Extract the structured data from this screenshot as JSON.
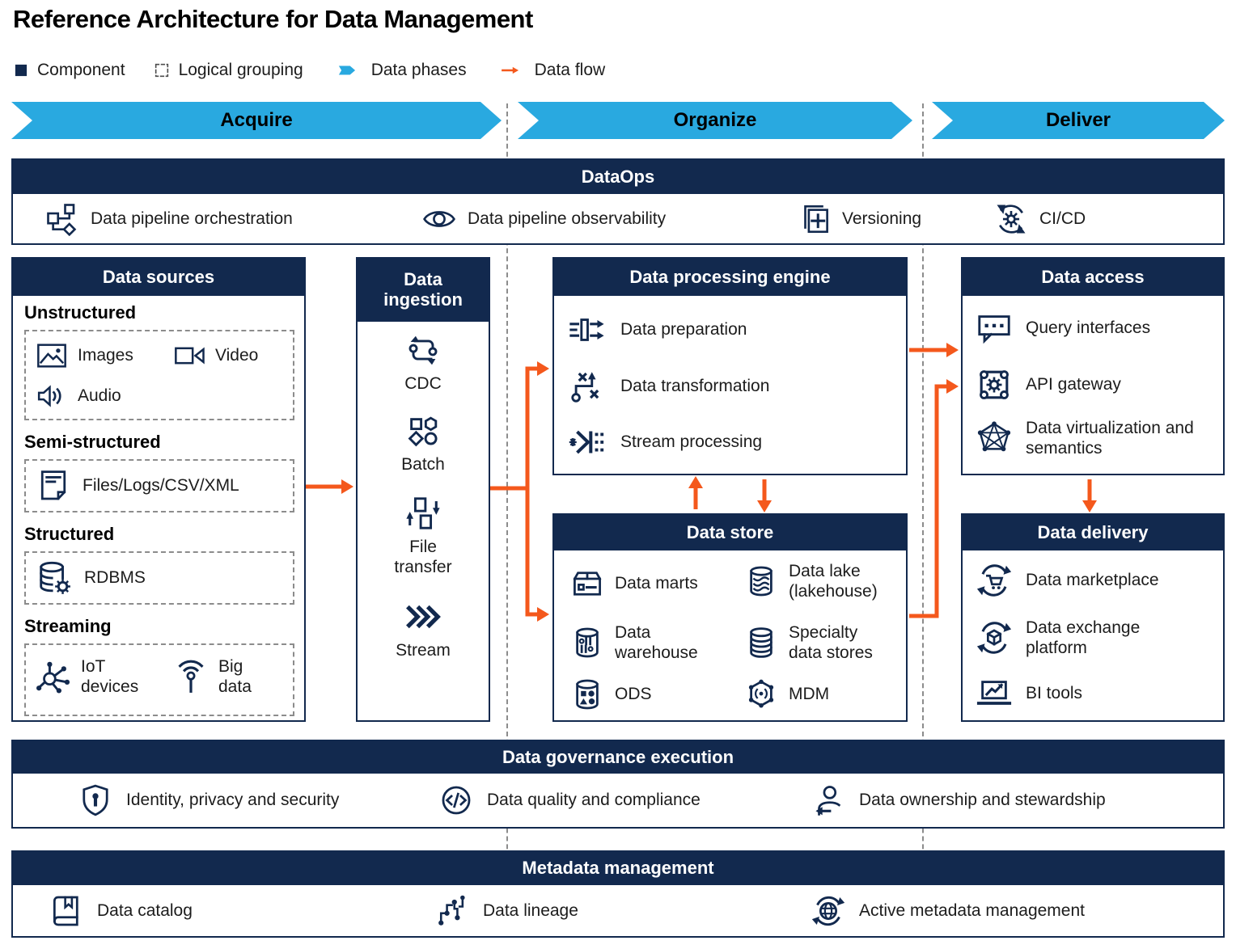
{
  "title": "Reference Architecture for Data Management",
  "legend": {
    "items": [
      {
        "icon": "component-swatch",
        "label": "Component"
      },
      {
        "icon": "logical-grouping-swatch",
        "label": "Logical grouping"
      },
      {
        "icon": "data-phases-arrow",
        "label": "Data phases"
      },
      {
        "icon": "data-flow-arrow",
        "label": "Data flow"
      }
    ]
  },
  "phases": [
    {
      "label": "Acquire"
    },
    {
      "label": "Organize"
    },
    {
      "label": "Deliver"
    }
  ],
  "dataops": {
    "title": "DataOps",
    "items": [
      {
        "icon": "pipeline-orchestration-icon",
        "label": "Data pipeline orchestration"
      },
      {
        "icon": "observability-icon",
        "label": "Data pipeline observability"
      },
      {
        "icon": "versioning-icon",
        "label": "Versioning"
      },
      {
        "icon": "cicd-icon",
        "label": "CI/CD"
      }
    ]
  },
  "data_sources": {
    "title": "Data sources",
    "groups": [
      {
        "heading": "Unstructured",
        "items": [
          {
            "icon": "images-icon",
            "label": "Images"
          },
          {
            "icon": "video-icon",
            "label": "Video"
          },
          {
            "icon": "audio-icon",
            "label": "Audio"
          }
        ]
      },
      {
        "heading": "Semi-structured",
        "items": [
          {
            "icon": "files-icon",
            "label": "Files/Logs/CSV/XML"
          }
        ]
      },
      {
        "heading": "Structured",
        "items": [
          {
            "icon": "rdbms-icon",
            "label": "RDBMS"
          }
        ]
      },
      {
        "heading": "Streaming",
        "items": [
          {
            "icon": "iot-icon",
            "label": "IoT devices"
          },
          {
            "icon": "bigdata-icon",
            "label": "Big data"
          }
        ]
      }
    ]
  },
  "data_ingestion": {
    "title": "Data ingestion",
    "items": [
      {
        "icon": "cdc-icon",
        "label": "CDC"
      },
      {
        "icon": "batch-icon",
        "label": "Batch"
      },
      {
        "icon": "file-transfer-icon",
        "label": "File transfer"
      },
      {
        "icon": "stream-icon",
        "label": "Stream"
      }
    ]
  },
  "data_processing": {
    "title": "Data processing engine",
    "items": [
      {
        "icon": "data-preparation-icon",
        "label": "Data preparation"
      },
      {
        "icon": "data-transformation-icon",
        "label": "Data transformation"
      },
      {
        "icon": "stream-processing-icon",
        "label": "Stream processing"
      }
    ]
  },
  "data_store": {
    "title": "Data store",
    "items": [
      {
        "icon": "data-marts-icon",
        "label": "Data marts"
      },
      {
        "icon": "data-lake-icon",
        "label": "Data lake (lakehouse)"
      },
      {
        "icon": "data-warehouse-icon",
        "label": "Data warehouse"
      },
      {
        "icon": "specialty-stores-icon",
        "label": "Specialty data stores"
      },
      {
        "icon": "ods-icon",
        "label": "ODS"
      },
      {
        "icon": "mdm-icon",
        "label": "MDM"
      }
    ]
  },
  "data_access": {
    "title": "Data access",
    "items": [
      {
        "icon": "query-interfaces-icon",
        "label": "Query interfaces"
      },
      {
        "icon": "api-gateway-icon",
        "label": "API gateway"
      },
      {
        "icon": "data-virtualization-icon",
        "label": "Data virtualization and semantics"
      }
    ]
  },
  "data_delivery": {
    "title": "Data delivery",
    "items": [
      {
        "icon": "data-marketplace-icon",
        "label": "Data marketplace"
      },
      {
        "icon": "data-exchange-icon",
        "label": "Data exchange platform"
      },
      {
        "icon": "bi-tools-icon",
        "label": "BI tools"
      }
    ]
  },
  "governance": {
    "title": "Data governance execution",
    "items": [
      {
        "icon": "identity-icon",
        "label": "Identity, privacy and security"
      },
      {
        "icon": "quality-icon",
        "label": "Data quality and compliance"
      },
      {
        "icon": "ownership-icon",
        "label": "Data ownership and stewardship"
      }
    ]
  },
  "metadata": {
    "title": "Metadata management",
    "items": [
      {
        "icon": "catalog-icon",
        "label": "Data catalog"
      },
      {
        "icon": "lineage-icon",
        "label": "Data lineage"
      },
      {
        "icon": "active-metadata-icon",
        "label": "Active metadata management"
      }
    ]
  },
  "colors": {
    "navy": "#12294E",
    "phase_blue": "#29A9E0",
    "flow_orange": "#F4581C",
    "dashed_gray": "#8C8C8C"
  }
}
